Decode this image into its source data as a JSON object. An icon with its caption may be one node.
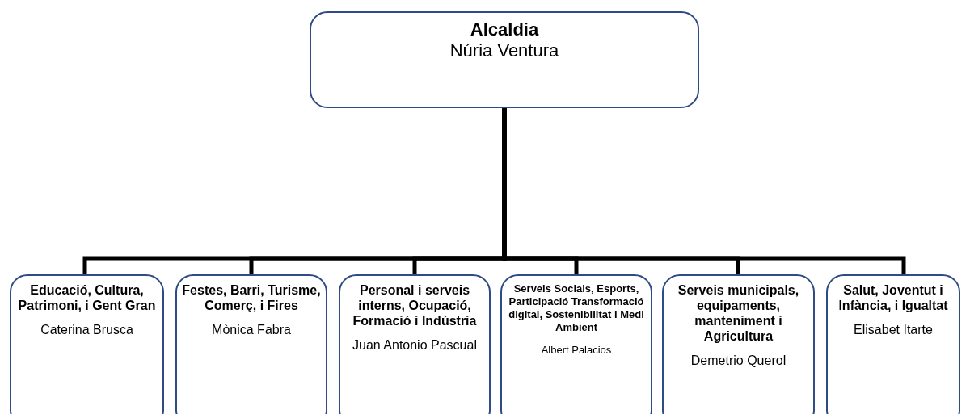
{
  "diagram": {
    "nodes": [
      {
        "text": [
          "Alcaldia",
          "Núria Ventura"
        ]
      },
      {
        "text": [
          "Educació, Cultura, Patrimoni, i Gent Gran",
          "Caterina Brusca"
        ]
      },
      {
        "text": [
          "Festes, Barri, Turisme, Comerç, i Fires",
          "Mònica Fabra"
        ]
      },
      {
        "text": [
          "Personal i serveis interns, Ocupació, Formació i Indústria",
          "Juan Antonio Pascual"
        ]
      },
      {
        "text": [
          "Serveis Socials, Esports, Participació Transformació digital, Sostenibilitat i Medi Ambient",
          "Albert Palacios"
        ]
      },
      {
        "text": [
          "Serveis municipals, equipaments, manteniment i Agricultura",
          "Demetrio Querol"
        ]
      },
      {
        "text": [
          "Salut, Joventut i Infància, i Igualtat",
          "Elisabet Itarte"
        ]
      }
    ],
    "edges": [
      {
        "from": 0,
        "to": 1,
        "arrow": "none"
      },
      {
        "from": 0,
        "to": 2,
        "arrow": "none"
      },
      {
        "from": 0,
        "to": 3,
        "arrow": "none"
      },
      {
        "from": 0,
        "to": 4,
        "arrow": "none"
      },
      {
        "from": 0,
        "to": 5,
        "arrow": "none"
      },
      {
        "from": 0,
        "to": 6,
        "arrow": "none"
      }
    ]
  }
}
